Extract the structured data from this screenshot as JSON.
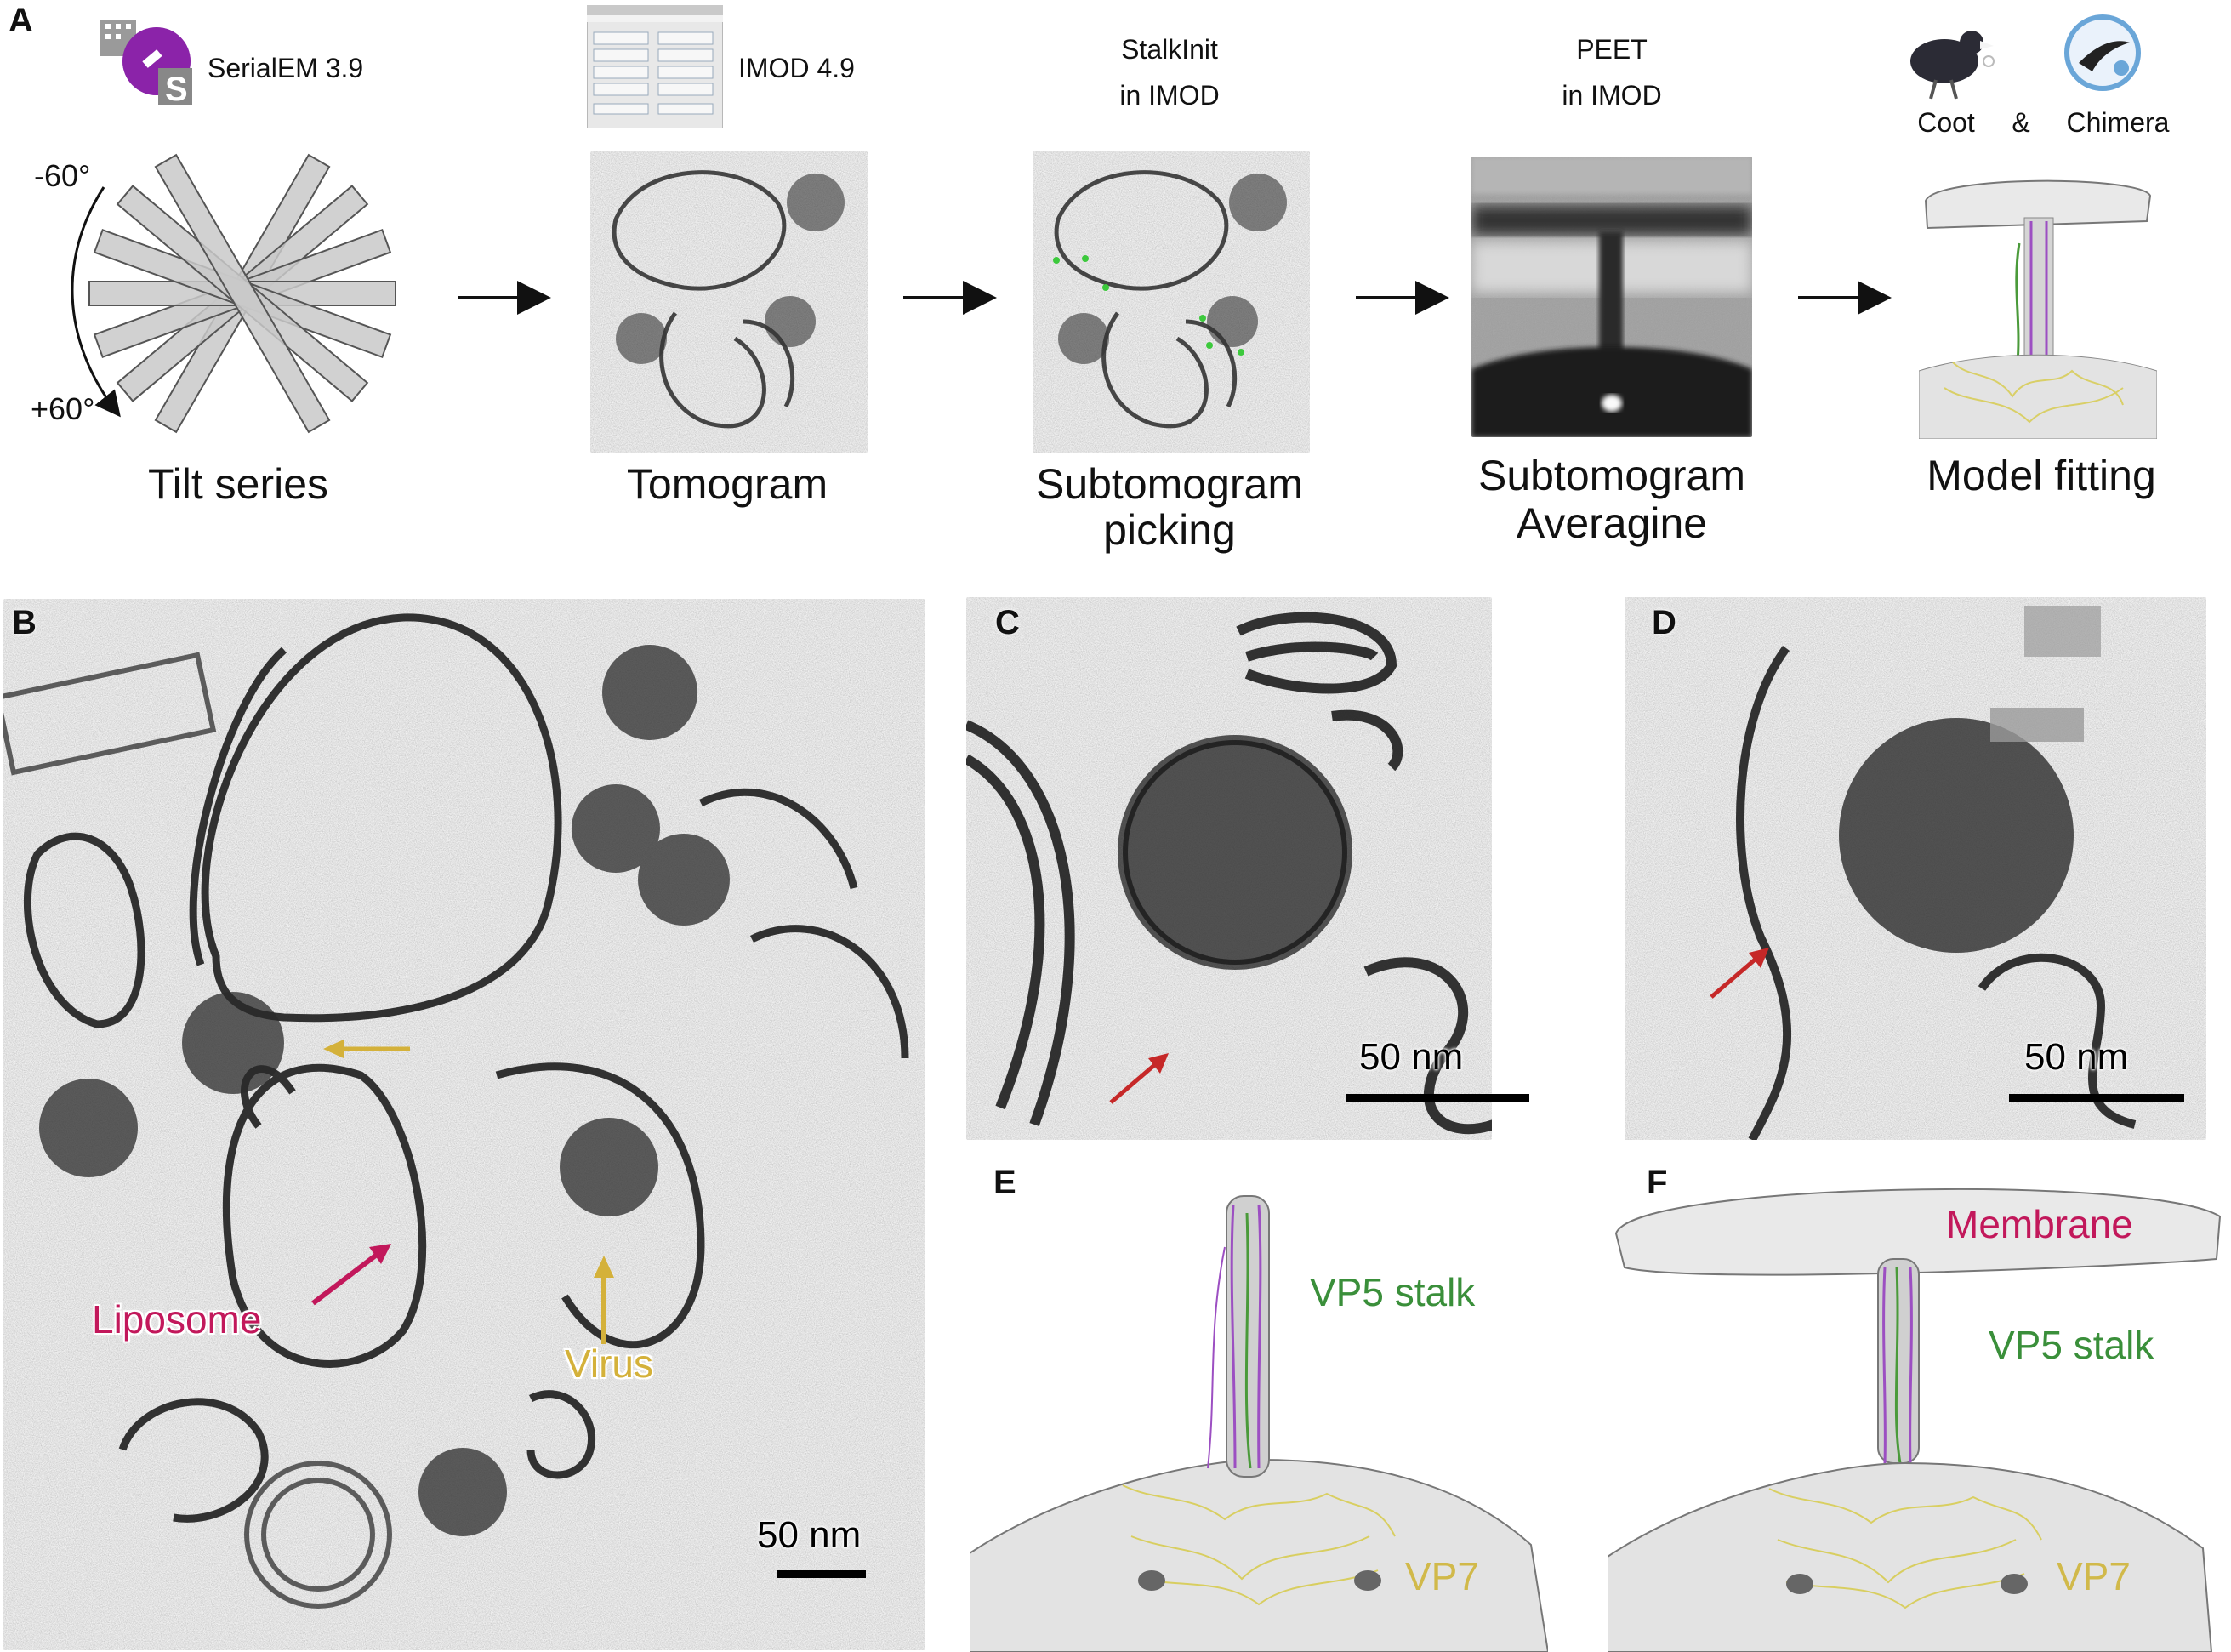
{
  "panels": {
    "a": "A",
    "b": "B",
    "c": "C",
    "d": "D",
    "e": "E",
    "f": "F"
  },
  "workflow": {
    "tools": {
      "serialem": "SerialEM 3.9",
      "imod": "IMOD 4.9",
      "stalkinit_line1": "StalkInit",
      "stalkinit_line2": "in IMOD",
      "peet_line1": "PEET",
      "peet_line2": "in IMOD",
      "coot": "Coot",
      "amp": "&",
      "chimera": "Chimera"
    },
    "tilt": {
      "minus": "-60°",
      "plus": "+60°"
    },
    "steps": {
      "tilt_series": "Tilt series",
      "tomogram": "Tomogram",
      "picking_line1": "Subtomogram",
      "picking_line2": "picking",
      "averaging_line1": "Subtomogram",
      "averaging_line2": "Averagine",
      "model_fitting": "Model fitting"
    }
  },
  "panel_b": {
    "liposome": "Liposome",
    "virus": "Virus",
    "scale": "50 nm"
  },
  "panel_c": {
    "scale": "50 nm"
  },
  "panel_d": {
    "scale": "50 nm"
  },
  "panel_e": {
    "stalk": "VP5 stalk",
    "vp7": "VP7"
  },
  "panel_f": {
    "membrane": "Membrane",
    "stalk": "VP5 stalk",
    "vp7": "VP7"
  },
  "colors": {
    "liposome": "#c2185b",
    "virus": "#d4b13a",
    "stalk": "#3a8f3a",
    "membrane": "#c2185b",
    "vp7": "#d1b94a",
    "arrow_red": "#c62828"
  }
}
